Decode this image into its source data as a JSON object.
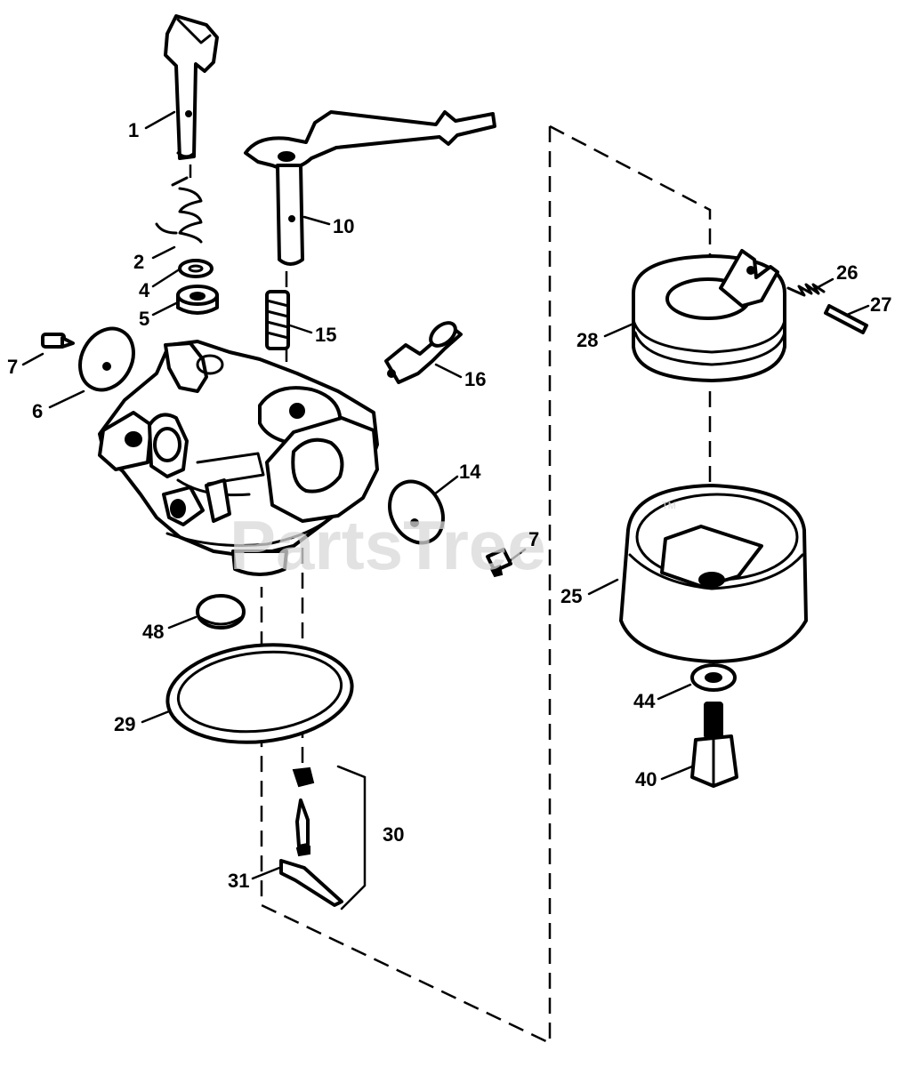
{
  "watermark": {
    "text": "PartsTree",
    "trademark": "TM"
  },
  "callouts": [
    "1",
    "2",
    "4",
    "5",
    "6",
    "7",
    "10",
    "15",
    "16",
    "14",
    "7",
    "48",
    "29",
    "30",
    "31",
    "28",
    "26",
    "27",
    "25",
    "44",
    "40"
  ]
}
